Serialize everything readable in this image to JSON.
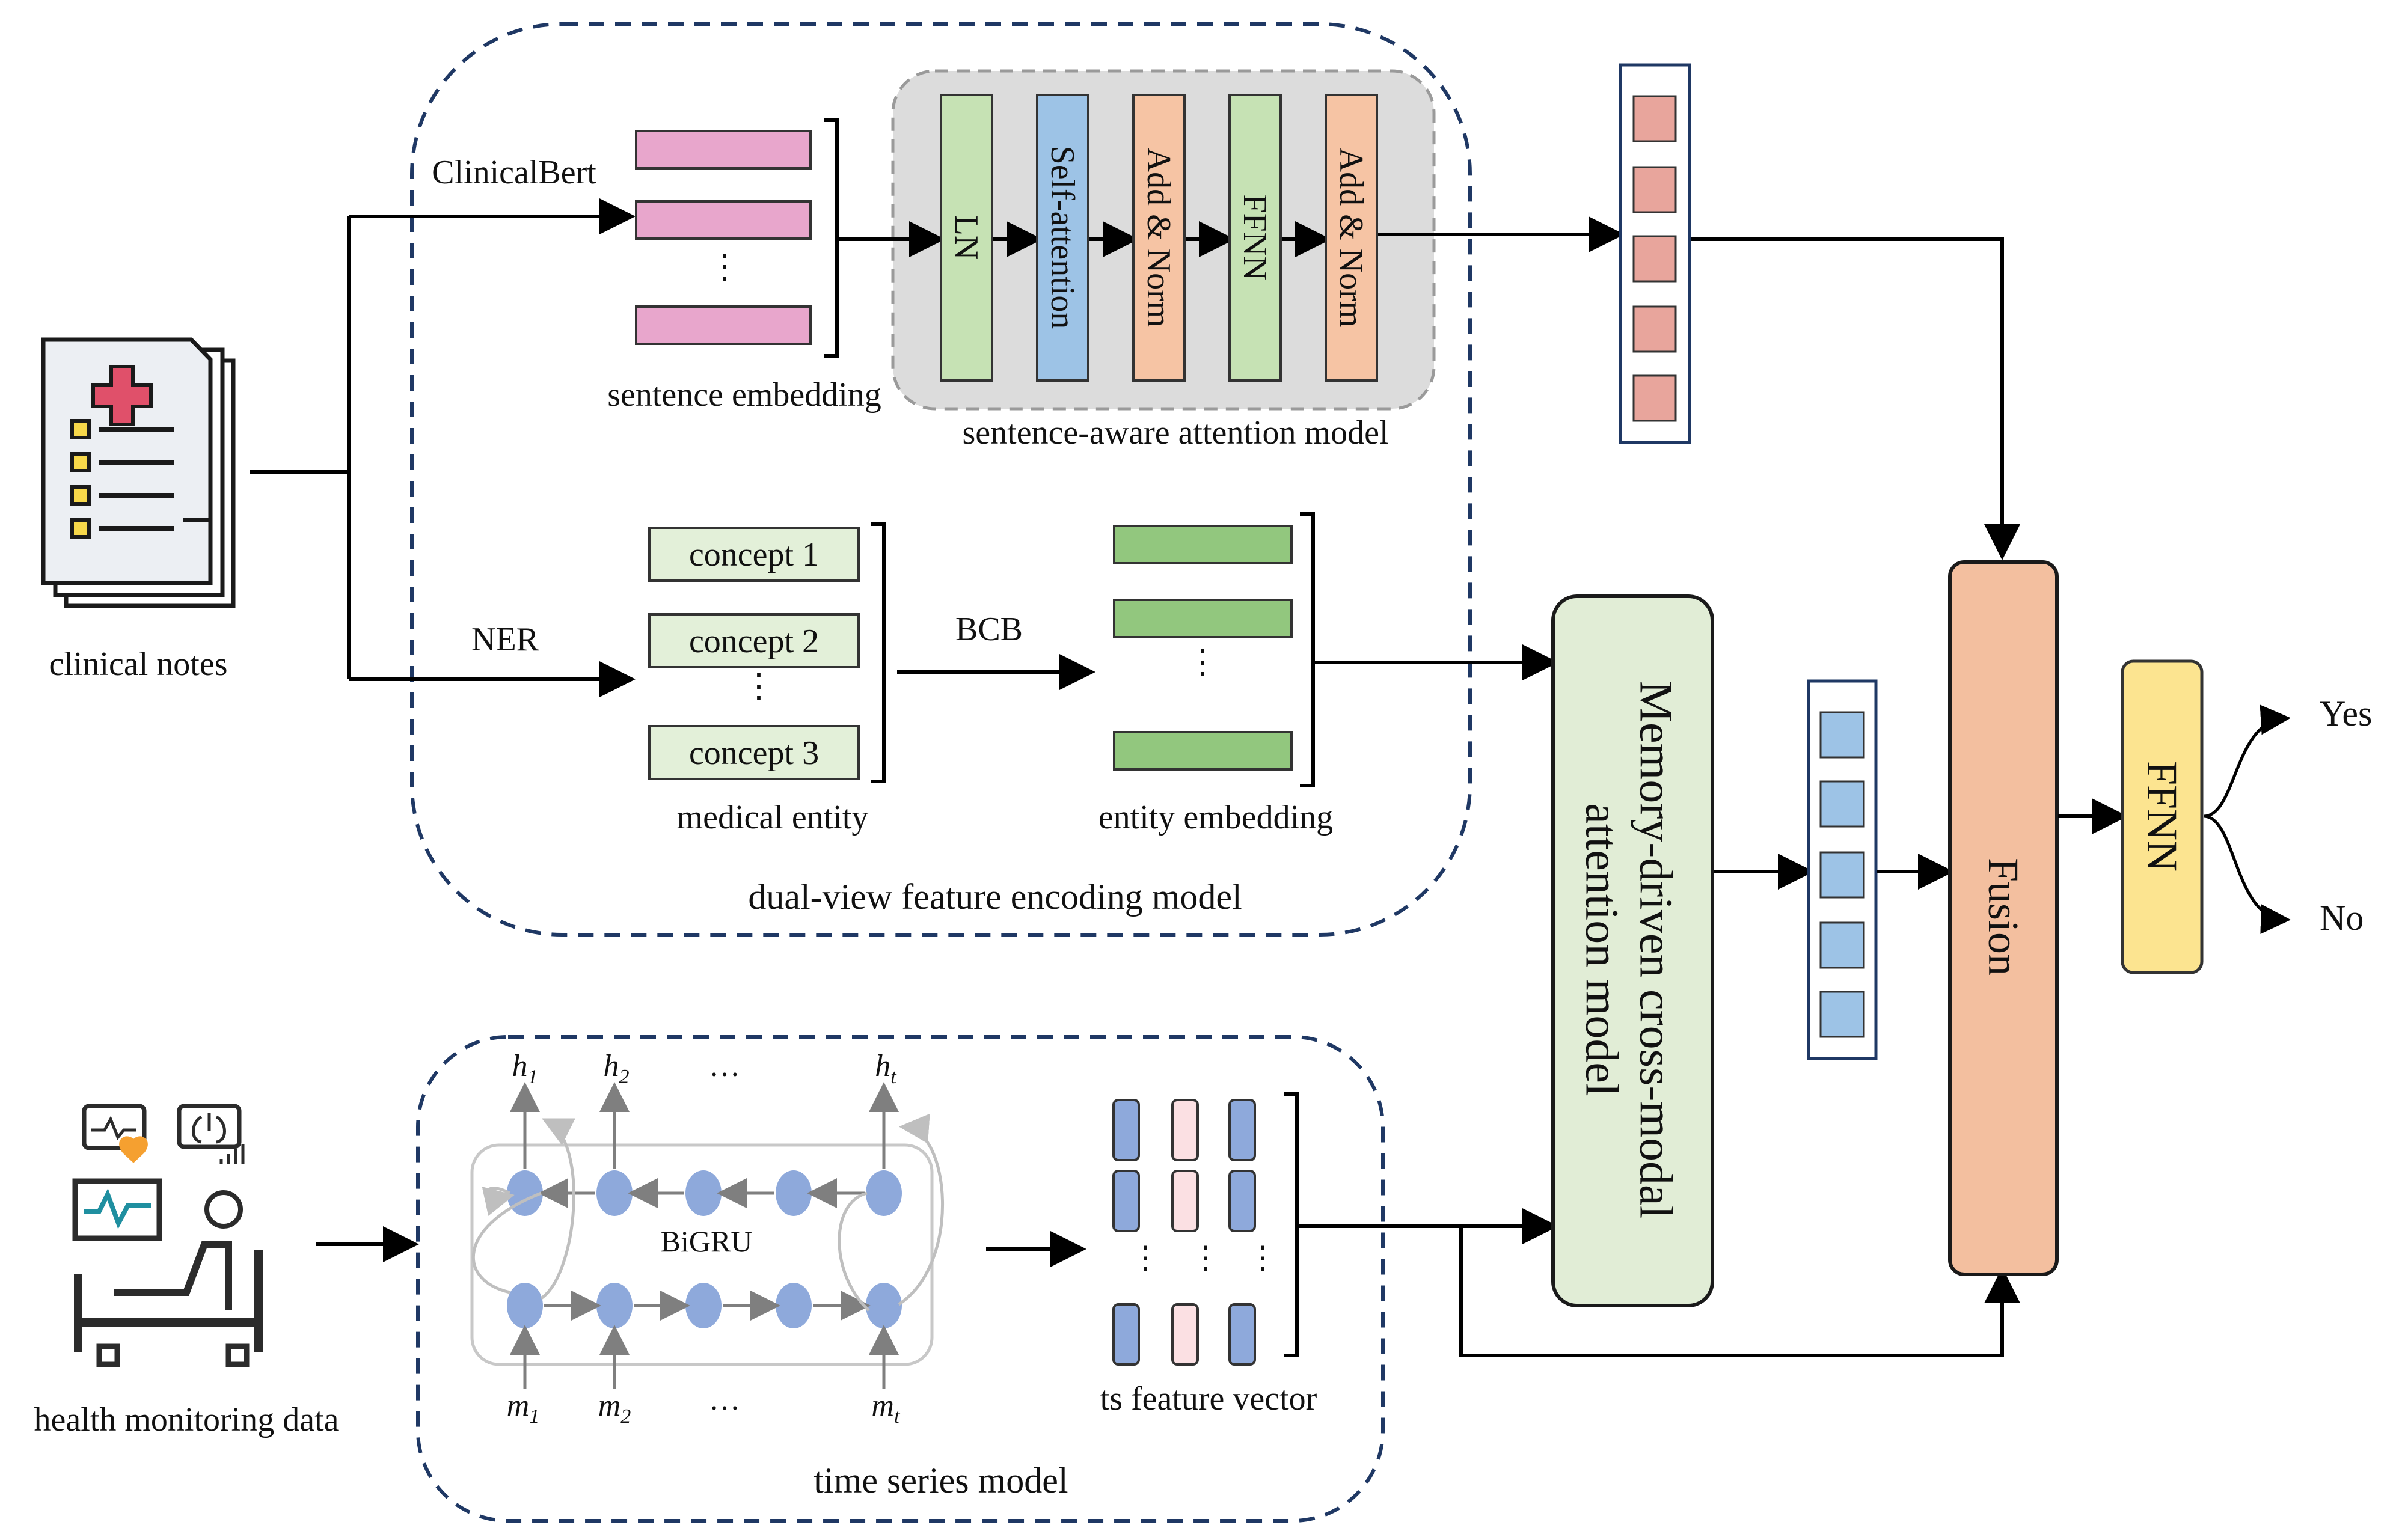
{
  "inputs": {
    "clinical_notes": "clinical notes",
    "health_monitoring": "health monitoring data"
  },
  "edges": {
    "clinicalbert": "ClinicalBert",
    "ner": "NER",
    "bcb": "BCB"
  },
  "text_branch": {
    "sentence_embedding": "sentence embedding",
    "attention_blocks": [
      "LN",
      "Self-attention",
      "Add & Norm",
      "FFNN",
      "Add & Norm"
    ],
    "attention_model": "sentence-aware attention model",
    "concepts": [
      "concept 1",
      "concept 2",
      "concept 3"
    ],
    "medical_entity": "medical entity",
    "entity_embedding": "entity embedding",
    "dual_view_model": "dual-view feature encoding model",
    "ellipsis": "⋮"
  },
  "ts_branch": {
    "h_labels": [
      "h",
      "h",
      "h"
    ],
    "h_subs": [
      "1",
      "2",
      "t"
    ],
    "m_labels": [
      "m",
      "m",
      "m"
    ],
    "m_subs": [
      "1",
      "2",
      "t"
    ],
    "dots": "…",
    "bigru": "BiGRU",
    "ts_feature_vector": "ts feature vector",
    "time_series_model": "time series model"
  },
  "fusion": {
    "cross_modal_line1": "Memory-driven cross-modal",
    "cross_modal_line2": "attention model",
    "fusion_label": "Fusion",
    "ffnn": "FFNN",
    "yes": "Yes",
    "no": "No"
  },
  "colors": {
    "pink": "#E8A6CC",
    "green_block": "#C6E2B4",
    "blue_block": "#9DC3E6",
    "orange_block": "#F6C4A4",
    "salmon_cell": "#E8A59C",
    "entity_green": "#92C77E",
    "concept_fill": "#E3F0D9",
    "cross_modal_fill": "#E1EDD6",
    "fusion_fill": "#F3BF9F",
    "ffnn_fill": "#FCE490",
    "node_blue": "#8EA9DB",
    "dash_navy": "#1F3864",
    "gray_panel": "#DCDCDC"
  }
}
